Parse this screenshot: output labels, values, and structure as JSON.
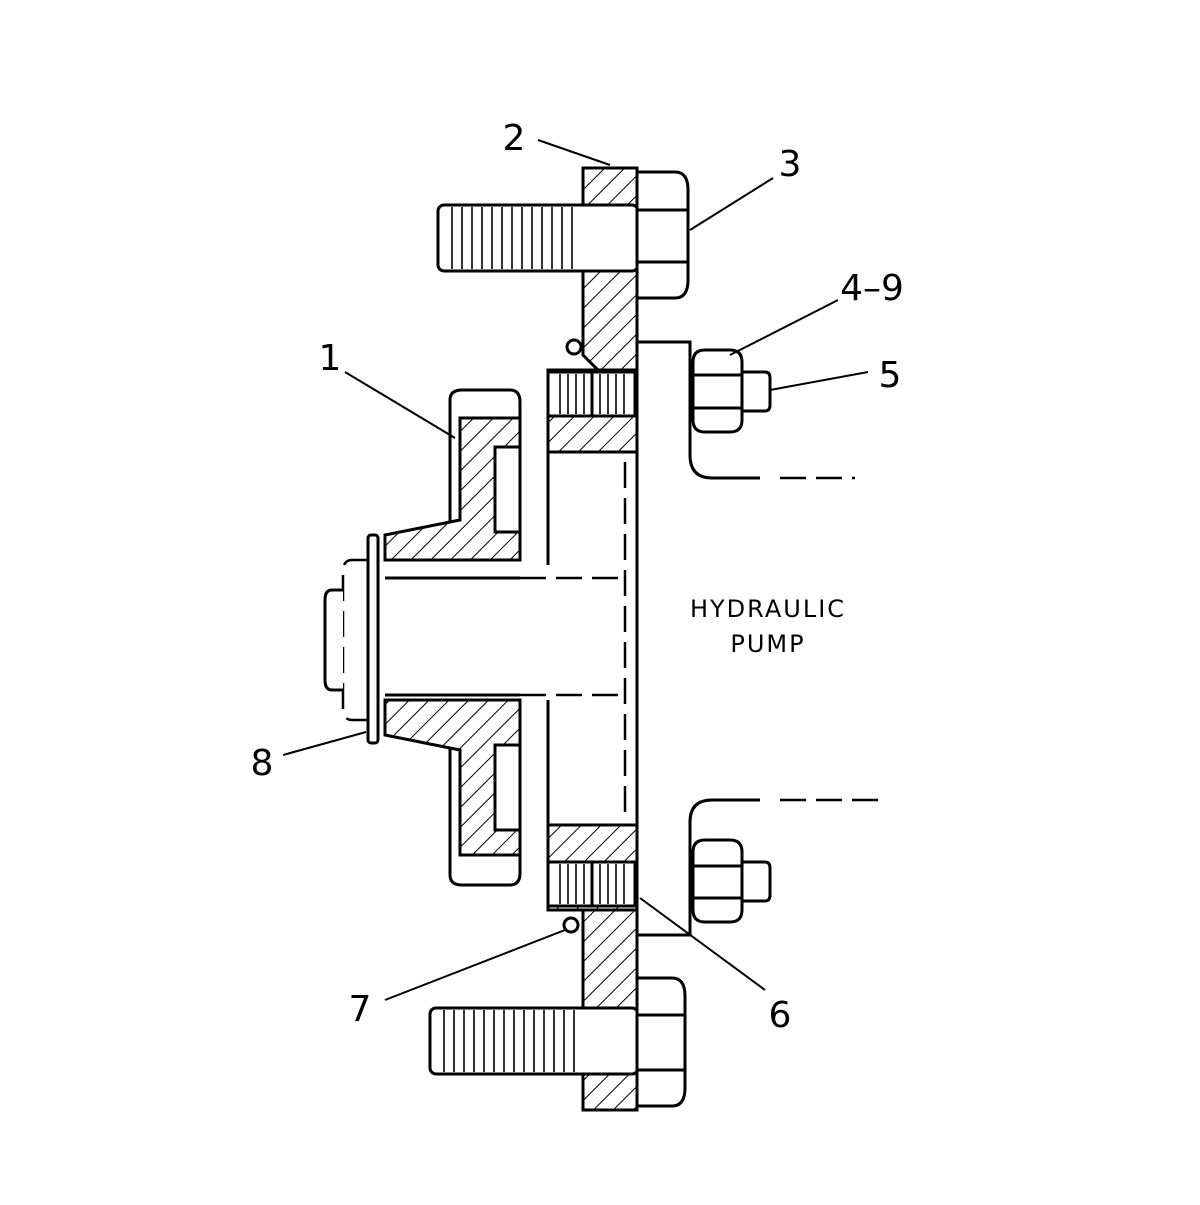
{
  "diagram": {
    "caption": {
      "line1": "HYDRAULIC",
      "line2": "PUMP"
    },
    "callouts": [
      {
        "id": "1",
        "text": "1"
      },
      {
        "id": "2",
        "text": "2"
      },
      {
        "id": "3",
        "text": "3"
      },
      {
        "id": "4-9",
        "text": "4–9"
      },
      {
        "id": "5",
        "text": "5"
      },
      {
        "id": "6",
        "text": "6"
      },
      {
        "id": "7",
        "text": "7"
      },
      {
        "id": "8",
        "text": "8"
      }
    ],
    "colors": {
      "ink": "#000000",
      "background": "#ffffff"
    }
  }
}
